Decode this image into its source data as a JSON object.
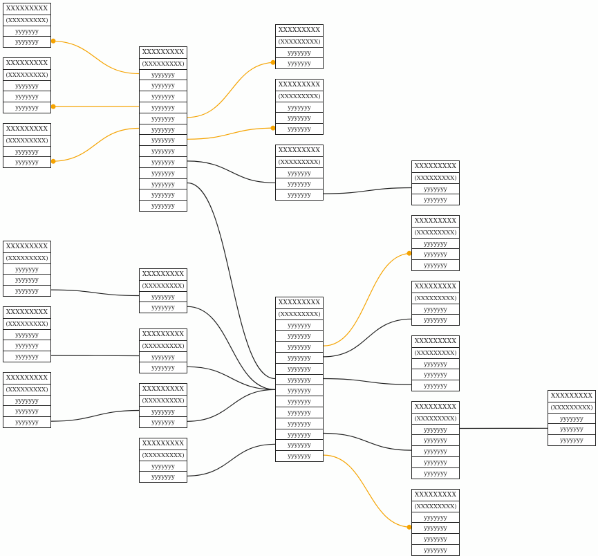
{
  "colors": {
    "highlight": "#f5a300",
    "normal": "#222222",
    "border": "#222222"
  },
  "tables": [
    {
      "id": "A",
      "title": "XXXXXXXXX",
      "subtitle": "(XXXXXXXXX)",
      "rows": [
        "yyyyyyy",
        "yyyyyyy"
      ]
    },
    {
      "id": "B",
      "title": "XXXXXXXXX",
      "subtitle": "(XXXXXXXXX)",
      "rows": [
        "yyyyyyy",
        "yyyyyyy",
        "yyyyyyy"
      ]
    },
    {
      "id": "C",
      "title": "XXXXXXXXX",
      "subtitle": "(XXXXXXXXX)",
      "rows": [
        "yyyyyyy",
        "yyyyyyy"
      ]
    },
    {
      "id": "D",
      "title": "XXXXXXXXX",
      "subtitle": "(XXXXXXXXX)",
      "rows": [
        "yyyyyyy",
        "yyyyyyy",
        "yyyyyyy"
      ]
    },
    {
      "id": "E",
      "title": "XXXXXXXXX",
      "subtitle": "(XXXXXXXXX)",
      "rows": [
        "yyyyyyy",
        "yyyyyyy",
        "yyyyyyy"
      ]
    },
    {
      "id": "F",
      "title": "XXXXXXXXX",
      "subtitle": "(XXXXXXXXX)",
      "rows": [
        "yyyyyyy",
        "yyyyyyy",
        "yyyyyyy"
      ]
    },
    {
      "id": "G",
      "title": "XXXXXXXXX",
      "subtitle": "(XXXXXXXXX)",
      "rows": [
        "yyyyyyy",
        "yyyyyyy",
        "yyyyyyy",
        "yyyyyyy",
        "yyyyyyy",
        "yyyyyyy",
        "yyyyyyy",
        "yyyyyyy",
        "yyyyyyy",
        "yyyyyyy",
        "yyyyyyy",
        "yyyyyyy",
        "yyyyyyy"
      ]
    },
    {
      "id": "H",
      "title": "XXXXXXXXX",
      "subtitle": "(XXXXXXXXX)",
      "rows": [
        "yyyyyyy",
        "yyyyyyy"
      ]
    },
    {
      "id": "I",
      "title": "XXXXXXXXX",
      "subtitle": "(XXXXXXXXX)",
      "rows": [
        "yyyyyyy",
        "yyyyyyy"
      ]
    },
    {
      "id": "J",
      "title": "XXXXXXXXX",
      "subtitle": "(XXXXXXXXX)",
      "rows": [
        "yyyyyyy",
        "yyyyyyy"
      ]
    },
    {
      "id": "K",
      "title": "XXXXXXXXX",
      "subtitle": "(XXXXXXXXX)",
      "rows": [
        "yyyyyyy",
        "yyyyyyy"
      ]
    },
    {
      "id": "L",
      "title": "XXXXXXXXX",
      "subtitle": "(XXXXXXXXX)",
      "rows": [
        "yyyyyyy",
        "yyyyyyy"
      ]
    },
    {
      "id": "M",
      "title": "XXXXXXXXX",
      "subtitle": "(XXXXXXXXX)",
      "rows": [
        "yyyyyyy",
        "yyyyyyy",
        "yyyyyyy"
      ]
    },
    {
      "id": "N",
      "title": "XXXXXXXXX",
      "subtitle": "(XXXXXXXXX)",
      "rows": [
        "yyyyyyy",
        "yyyyyyy",
        "yyyyyyy"
      ]
    },
    {
      "id": "O",
      "title": "XXXXXXXXX",
      "subtitle": "(XXXXXXXXX)",
      "rows": [
        "yyyyyyy",
        "yyyyyyy",
        "yyyyyyy",
        "yyyyyyy",
        "yyyyyyy",
        "yyyyyyy",
        "yyyyyyy",
        "yyyyyyy",
        "yyyyyyy",
        "yyyyyyy",
        "yyyyyyy",
        "yyyyyyy",
        "yyyyyyy"
      ]
    },
    {
      "id": "P",
      "title": "XXXXXXXXX",
      "subtitle": "(XXXXXXXXX)",
      "rows": [
        "yyyyyyy",
        "yyyyyyy"
      ]
    },
    {
      "id": "Q",
      "title": "XXXXXXXXX",
      "subtitle": "(XXXXXXXXX)",
      "rows": [
        "yyyyyyy",
        "yyyyyyy",
        "yyyyyyy"
      ]
    },
    {
      "id": "R",
      "title": "XXXXXXXXX",
      "subtitle": "(XXXXXXXXX)",
      "rows": [
        "yyyyyyy",
        "yyyyyyy"
      ]
    },
    {
      "id": "S",
      "title": "XXXXXXXXX",
      "subtitle": "(XXXXXXXXX)",
      "rows": [
        "yyyyyyy",
        "yyyyyyy",
        "yyyyyyy"
      ]
    },
    {
      "id": "T",
      "title": "XXXXXXXXX",
      "subtitle": "(XXXXXXXXX)",
      "rows": [
        "yyyyyyy",
        "yyyyyyy",
        "yyyyyyy",
        "yyyyyyy",
        "yyyyyyy"
      ]
    },
    {
      "id": "U",
      "title": "XXXXXXXXX",
      "subtitle": "(XXXXXXXXX)",
      "rows": [
        "yyyyyyy",
        "yyyyyyy",
        "yyyyyyy",
        "yyyyyyy"
      ]
    },
    {
      "id": "V",
      "title": "XXXXXXXXX",
      "subtitle": "(XXXXXXXXX)",
      "rows": [
        "yyyyyyy",
        "yyyyyyy",
        "yyyyyyy"
      ]
    }
  ],
  "edges": [
    {
      "from": "A",
      "fromRow": 3,
      "to": "G",
      "toRow": 2,
      "highlight": true,
      "dot": "from"
    },
    {
      "from": "B",
      "fromRow": 4,
      "to": "G",
      "toRow": 5,
      "highlight": true,
      "dot": "from"
    },
    {
      "from": "C",
      "fromRow": 3,
      "to": "G",
      "toRow": 7,
      "highlight": true,
      "dot": "from"
    },
    {
      "from": "G",
      "fromRow": 6,
      "to": "L",
      "toRow": 3,
      "highlight": true,
      "dot": "to"
    },
    {
      "from": "G",
      "fromRow": 8,
      "to": "M",
      "toRow": 4,
      "highlight": true,
      "dot": "to"
    },
    {
      "from": "G",
      "fromRow": 10,
      "to": "N",
      "toRow": 3,
      "highlight": false
    },
    {
      "from": "G",
      "fromRow": 12,
      "to": "O",
      "toRow": 7,
      "highlight": false
    },
    {
      "from": "N",
      "fromRow": 4,
      "to": "P",
      "toRow": 2,
      "highlight": false
    },
    {
      "from": "D",
      "fromRow": 4,
      "to": "H",
      "toRow": 2,
      "highlight": false
    },
    {
      "from": "E",
      "fromRow": 4,
      "to": "I",
      "toRow": 2,
      "highlight": false
    },
    {
      "from": "F",
      "fromRow": 4,
      "to": "J",
      "toRow": 2,
      "highlight": false
    },
    {
      "from": "H",
      "fromRow": 3,
      "to": "O",
      "toRow": 8,
      "highlight": false
    },
    {
      "from": "I",
      "fromRow": 3,
      "to": "O",
      "toRow": 8,
      "highlight": false
    },
    {
      "from": "J",
      "fromRow": 3,
      "to": "O",
      "toRow": 8,
      "highlight": false
    },
    {
      "from": "K",
      "fromRow": 3,
      "to": "O",
      "toRow": 13,
      "highlight": false
    },
    {
      "from": "O",
      "fromRow": 4,
      "to": "Q",
      "toRow": 3,
      "highlight": true,
      "dot": "to"
    },
    {
      "from": "O",
      "fromRow": 5,
      "to": "R",
      "toRow": 3,
      "highlight": false
    },
    {
      "from": "O",
      "fromRow": 7,
      "to": "S",
      "toRow": 4,
      "highlight": false
    },
    {
      "from": "O",
      "fromRow": 12,
      "to": "T",
      "toRow": 4,
      "highlight": false
    },
    {
      "from": "O",
      "fromRow": 14,
      "to": "U",
      "toRow": 3,
      "highlight": true,
      "dot": "to"
    },
    {
      "from": "T",
      "fromRow": 2,
      "to": "V",
      "toRow": 3,
      "highlight": false
    }
  ]
}
